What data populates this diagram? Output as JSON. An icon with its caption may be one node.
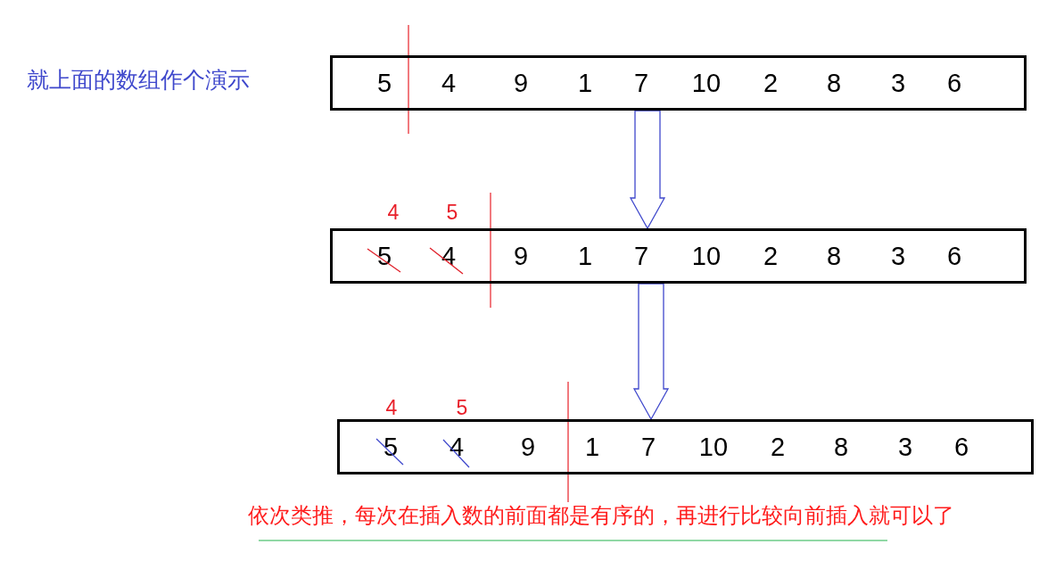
{
  "diagram": {
    "nodes": [
      {
        "text": [
          "5",
          "4",
          "9",
          "1",
          "7",
          "10",
          "2",
          "8",
          "3",
          "6"
        ]
      },
      {
        "text": [
          "5",
          "4",
          "9",
          "1",
          "7",
          "10",
          "2",
          "8",
          "3",
          "6"
        ],
        "beside": [
          "4",
          "5"
        ]
      },
      {
        "text": [
          "5",
          "4",
          "9",
          "1",
          "7",
          "10",
          "2",
          "8",
          "3",
          "6"
        ],
        "beside": [
          "4",
          "5"
        ]
      }
    ],
    "edges": [
      {
        "from": 0,
        "to": 1,
        "arrow": "to"
      },
      {
        "from": 1,
        "to": 2,
        "arrow": "to"
      }
    ],
    "labels": [
      "就上面的数组作个演示",
      "依次类推，每次在插入数的前面都是有序的，再进行比较向前插入就可以了"
    ]
  }
}
